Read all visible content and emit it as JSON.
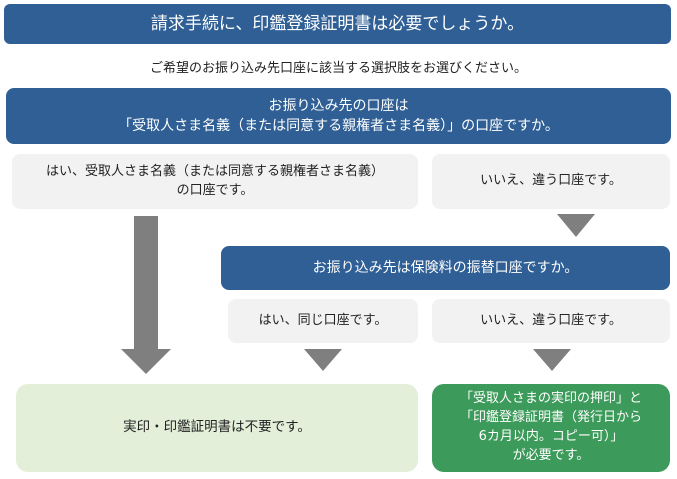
{
  "header": {
    "title": "請求手続に、印鑑登録証明書は必要でしょうか。"
  },
  "instruction": "ご希望のお振り込み先口座に該当する選択肢をお選びください。",
  "q1": {
    "line1": "お振り込み先の口座は",
    "line2": "「受取人さま名義（または同意する親権者さま名義）」の口座ですか。"
  },
  "q1_yes": {
    "line1": "はい、受取人さま名義（または同意する親権者さま名義）",
    "line2": "の口座です。"
  },
  "q1_no": "いいえ、違う口座です。",
  "q2": "お振り込み先は保険料の振替口座ですか。",
  "q2_yes": "はい、同じ口座です。",
  "q2_no": "いいえ、違う口座です。",
  "result_not_required": "実印・印鑑証明書は不要です。",
  "result_required": {
    "line1": "「受取人さまの実印の押印」と",
    "line2": "「印鑑登録証明書（発行日から",
    "line3": "6カ月以内。コピー可）」",
    "line4": "が必要です。"
  },
  "colors": {
    "header_blue": "#2f5f95",
    "option_gray": "#f2f2f2",
    "arrow_gray": "#7f7f7f",
    "result_light_green": "#e3efd9",
    "result_dark_green": "#3c9a5a"
  }
}
